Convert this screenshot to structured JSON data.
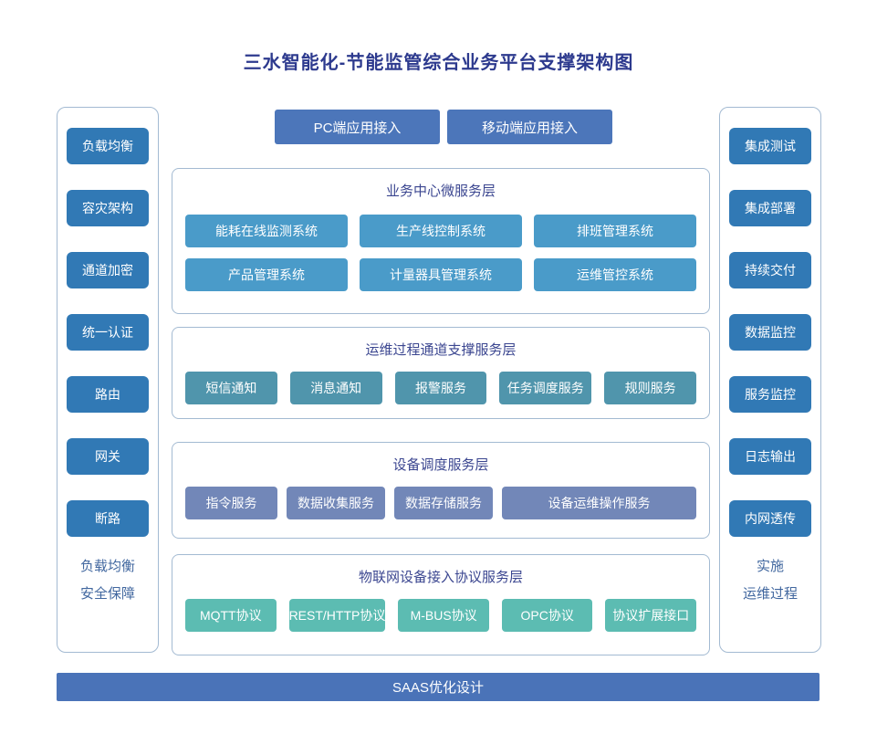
{
  "title": "三水智能化-节能监管综合业务平台支撑架构图",
  "top_buttons": {
    "pc": "PC端应用接入",
    "mobile": "移动端应用接入"
  },
  "left_panel": {
    "items": [
      "负载均衡",
      "容灾架构",
      "通道加密",
      "统一认证",
      "路由",
      "网关",
      "断路"
    ],
    "caption_lines": [
      "负载均衡",
      "安全保障"
    ]
  },
  "right_panel": {
    "items": [
      "集成测试",
      "集成部署",
      "持续交付",
      "数据监控",
      "服务监控",
      "日志输出",
      "内网透传"
    ],
    "caption_lines": [
      "实施",
      "运维过程"
    ]
  },
  "layers": [
    {
      "title": "业务中心微服务层",
      "items": [
        "能耗在线监测系统",
        "生产线控制系统",
        "排班管理系统",
        "产品管理系统",
        "计量器具管理系统",
        "运维管控系统"
      ],
      "color": "#4a9bc9"
    },
    {
      "title": "运维过程通道支撑服务层",
      "items": [
        "短信通知",
        "消息通知",
        "报警服务",
        "任务调度服务",
        "规则服务"
      ],
      "color": "#5095ac"
    },
    {
      "title": "设备调度服务层",
      "items": [
        "指令服务",
        "数据收集服务",
        "数据存储服务",
        "设备运维操作服务"
      ],
      "color": "#7287b8"
    },
    {
      "title": "物联网设备接入协议服务层",
      "items": [
        "MQTT协议",
        "REST/HTTP协议",
        "M-BUS协议",
        "OPC协议",
        "协议扩展接口"
      ],
      "color": "#5cbcb2"
    }
  ],
  "bottom_bar": {
    "label": "SAAS优化设计"
  },
  "colors": {
    "title_text": "#2d3a8e",
    "top_button": "#4c76ba",
    "side_box": "#3179b5",
    "panel_border": "#a3bad2",
    "layer_title_text": "#3b4690",
    "caption_text": "#41679f",
    "bottom_bar": "#4a73b8"
  }
}
